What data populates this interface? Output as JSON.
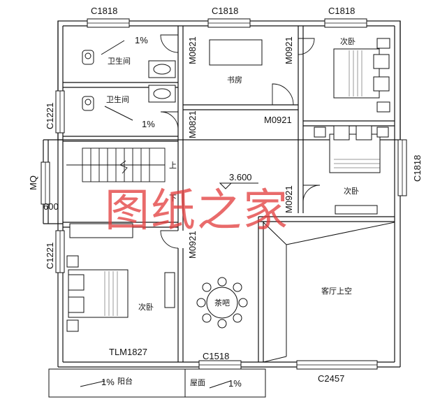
{
  "plan": {
    "windows": {
      "top_left": "C1818",
      "top_middle": "C1818",
      "top_right": "C1818",
      "left_upper": "C1221",
      "left_stair": "MQ",
      "left_lower": "C1221",
      "right_side": "C1818",
      "bottom_middle": "C1518",
      "bottom_right": "C2457",
      "balcony_door": "TLM1827"
    },
    "doors": {
      "study_left": "M0821",
      "study_right": "M0921",
      "study_bottom": "M0921",
      "bath_lower": "M0821",
      "bedroom_right": "M0921",
      "bedroom_left": "M0921"
    },
    "rooms": {
      "bath_upper": "卫生间",
      "bath_lower": "卫生间",
      "study": "书房",
      "bedroom_ne": "次卧",
      "bedroom_e": "次卧",
      "bedroom_sw": "次卧",
      "tea_bar": "茶吧",
      "living_void": "客厅上空",
      "balcony": "阳台",
      "roof": "屋面"
    },
    "stairs": {
      "up": "上",
      "down": "下"
    },
    "elevation": "3.600",
    "dimension": "600",
    "slopes": {
      "bath_upper": "1%",
      "bath_lower": "1%",
      "balcony": "1%",
      "roof": "1%"
    }
  },
  "watermark": "图纸之家"
}
